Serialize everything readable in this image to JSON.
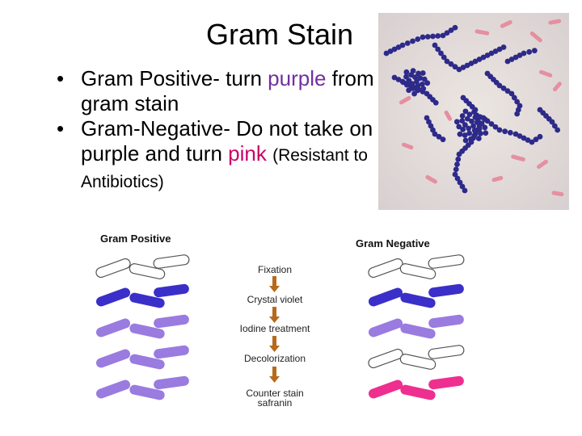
{
  "slide": {
    "title": "Gram Stain",
    "bullets": [
      {
        "prefix": "Gram Positive- turn ",
        "highlight": "purple",
        "highlight_color": "#7030a0",
        "suffix": " from gram stain"
      },
      {
        "prefix": "Gram-Negative- Do not take on purple and turn ",
        "highlight": "pink",
        "highlight_color": "#cc0066",
        "suffix": "(Resistant to Antibiotics)"
      }
    ]
  },
  "diagram": {
    "left_label": "Gram Positive",
    "right_label": "Gram Negative",
    "steps": [
      "Fixation",
      "Crystal violet",
      "Iodine treatment",
      "Decolorization",
      "Counter stain"
    ],
    "step_sub": "safranin"
  },
  "colors": {
    "dark_violet": "#3b2fc9",
    "light_violet": "#9a7be0",
    "pink": "#ee2f8f",
    "outline": "#555555",
    "arrow": "#b86a1b"
  }
}
